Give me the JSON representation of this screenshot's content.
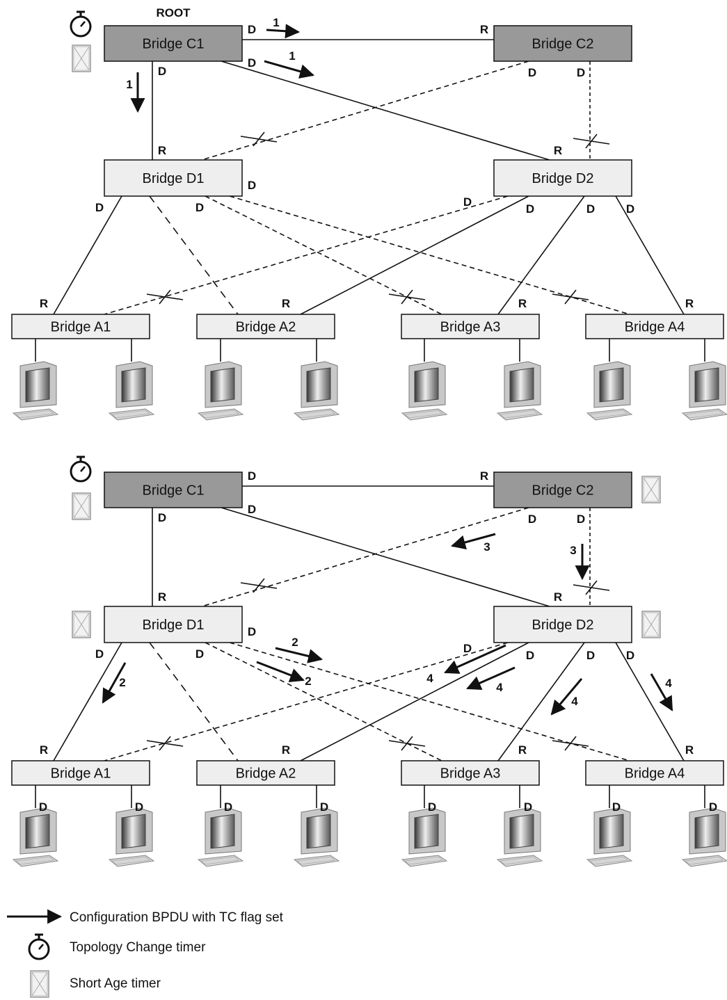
{
  "root_label": "ROOT",
  "bridges": {
    "C1": "Bridge C1",
    "C2": "Bridge C2",
    "D1": "Bridge D1",
    "D2": "Bridge D2",
    "A1": "Bridge A1",
    "A2": "Bridge A2",
    "A3": "Bridge A3",
    "A4": "Bridge A4"
  },
  "port_roles": {
    "designated": "D",
    "root": "R"
  },
  "sequence": {
    "step1": "1",
    "step2": "2",
    "step3": "3",
    "step4": "4"
  },
  "legend": {
    "bpdu": "Configuration BPDU with TC flag set",
    "tc_timer": "Topology Change timer",
    "short_age": "Short Age timer"
  },
  "icons": {
    "stopwatch": "stopwatch-icon",
    "short_age": "hourglass-box-icon",
    "workstation": "computer-workstation-icon",
    "arrow": "arrow-icon"
  },
  "colors": {
    "core_bridge_fill": "#999999",
    "bridge_fill": "#eeeeee",
    "line": "#111111"
  }
}
